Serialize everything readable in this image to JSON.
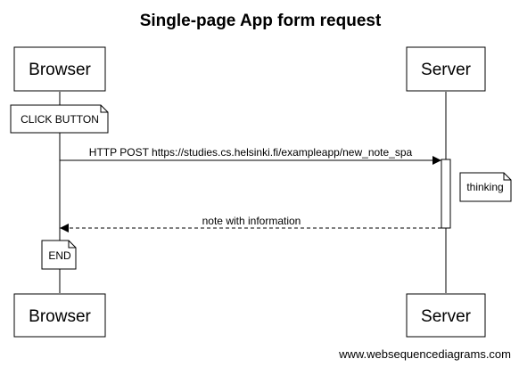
{
  "diagram": {
    "title": "Single-page App form request",
    "participants": [
      {
        "name": "Browser"
      },
      {
        "name": "Server"
      }
    ],
    "notes": [
      {
        "text": "CLICK BUTTON",
        "over": "Browser"
      },
      {
        "text": "thinking",
        "over": "Server",
        "side": "right"
      },
      {
        "text": "END",
        "over": "Browser"
      }
    ],
    "messages": [
      {
        "from": "Browser",
        "to": "Server",
        "text": "HTTP POST https://studies.cs.helsinki.fi/exampleapp/new_note_spa",
        "style": "solid"
      },
      {
        "from": "Server",
        "to": "Browser",
        "text": "note with information",
        "style": "dashed"
      }
    ],
    "credit": "www.websequencediagrams.com"
  },
  "colors": {
    "line": "#000000",
    "background": "#ffffff"
  }
}
